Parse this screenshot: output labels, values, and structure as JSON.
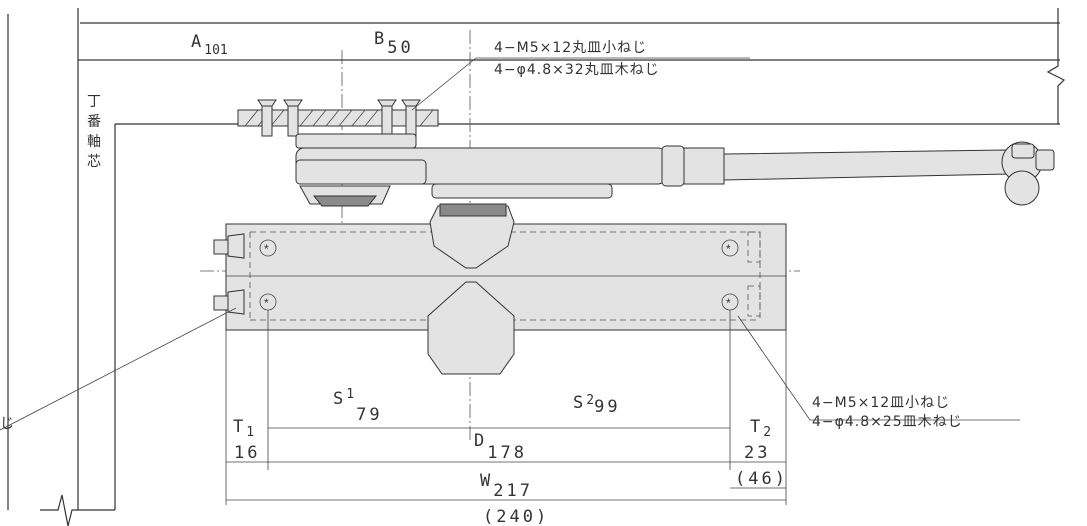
{
  "dims": {
    "A_letter": "A",
    "A_value": "101",
    "B_letter": "B",
    "B_value": "50",
    "S1_letter": "S",
    "S1_sub": "1",
    "S1_value": "79",
    "S2_letter": "S",
    "S2_sub": "2",
    "S2_value": "99",
    "T1_letter": "T",
    "T1_sub": "1",
    "T1_value": "16",
    "T2_letter": "T",
    "T2_sub": "2",
    "T2_value": "23",
    "D_letter": "D",
    "D_value": "178",
    "W_letter": "W",
    "W_value": "217",
    "paren_46": "(46)",
    "paren_240": "(240)"
  },
  "notes": {
    "top_line1": "4−M5×12丸皿小ねじ",
    "top_line2": "4−φ4.8×32丸皿木ねじ",
    "bottom_line1": "4−M5×12皿小ねじ",
    "bottom_line2": "4−φ4.8×25皿木ねじ",
    "left_fragment": "じ"
  },
  "labels": {
    "hinge_axis": "丁番軸芯"
  }
}
